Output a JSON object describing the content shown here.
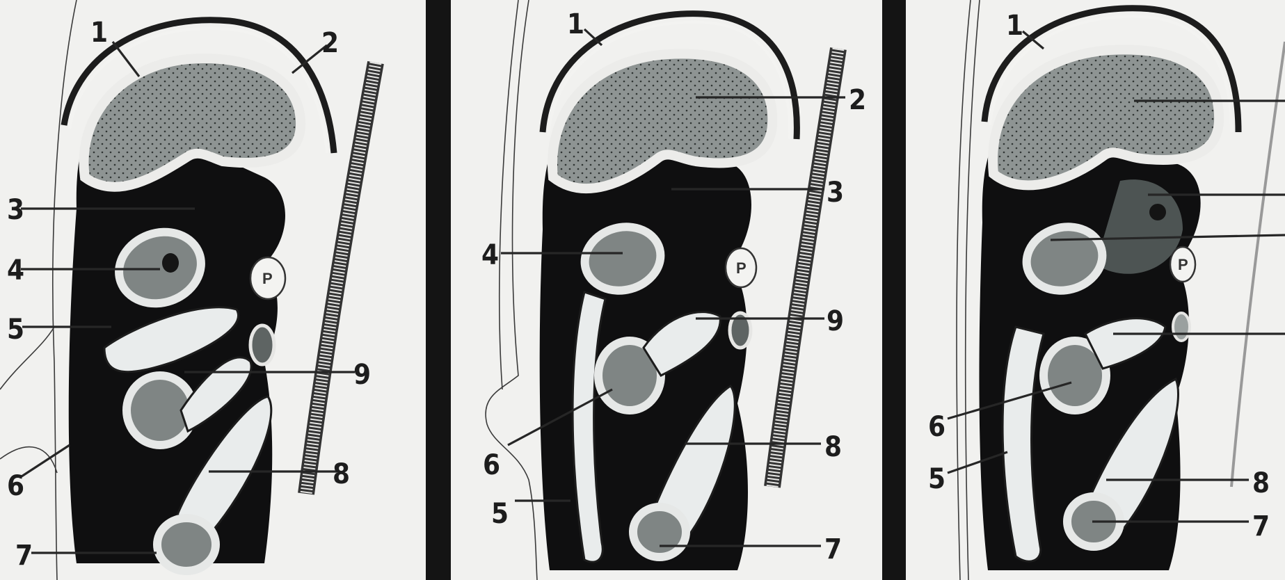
{
  "panels": [
    {
      "id": "panel-1",
      "labels": {
        "l1": "1",
        "l2": "2",
        "l3": "3",
        "l4": "4",
        "l5": "5",
        "l6": "6",
        "l7": "7",
        "l8": "8",
        "l9": "9",
        "p": "P"
      }
    },
    {
      "id": "panel-2",
      "labels": {
        "l1": "1",
        "l2": "2",
        "l3": "3",
        "l4": "4",
        "l5": "5",
        "l6": "6",
        "l7": "7",
        "l8": "8",
        "l9": "9",
        "p": "P"
      }
    },
    {
      "id": "panel-3",
      "labels": {
        "l1": "1",
        "l5": "5",
        "l6": "6",
        "l7": "7",
        "l8": "8",
        "p": "P"
      }
    }
  ]
}
